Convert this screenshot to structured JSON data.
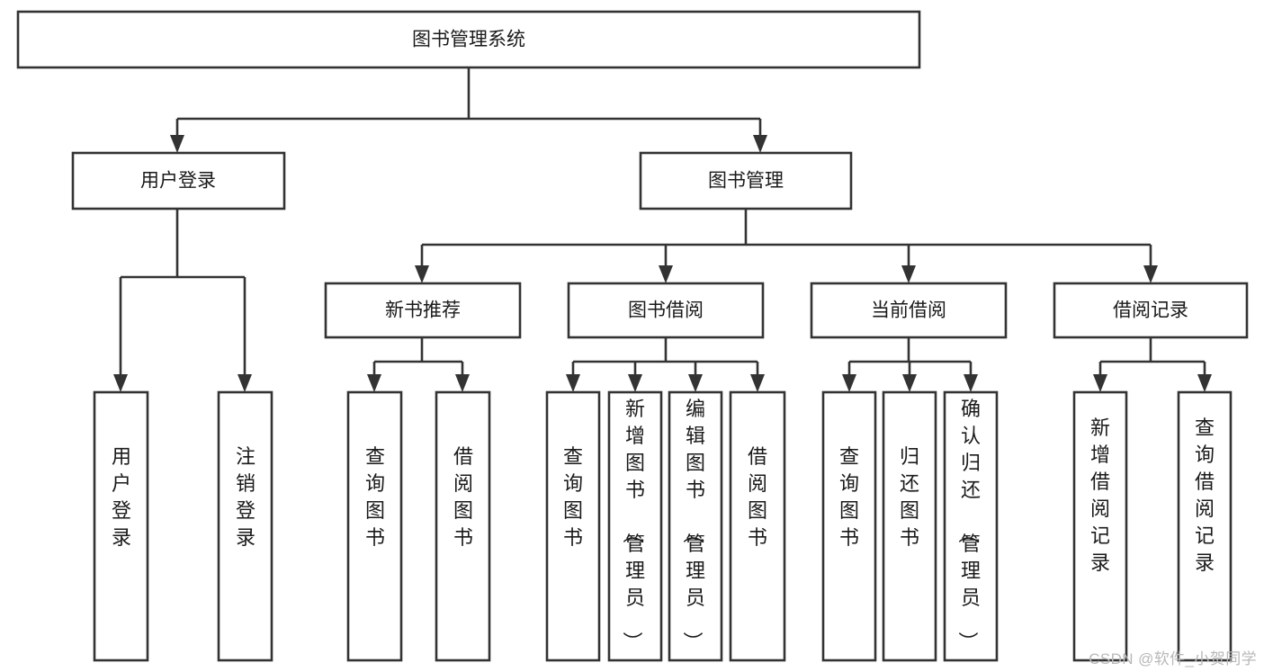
{
  "diagram": {
    "type": "tree-hierarchy-chart",
    "title": "图书管理系统",
    "watermark": "CSDN @软件_小贺同学",
    "colors": {
      "background": "#ffffff",
      "stroke": "#333333",
      "text": "#1a1a1a",
      "watermark": "#b8b8b8"
    },
    "levels": [
      {
        "level": 1,
        "nodes": [
          {
            "id": "root",
            "label": "图书管理系统",
            "orientation": "horizontal"
          }
        ]
      },
      {
        "level": 2,
        "nodes": [
          {
            "id": "user-login",
            "label": "用户登录",
            "orientation": "horizontal",
            "parent": "root"
          },
          {
            "id": "book-manage",
            "label": "图书管理",
            "orientation": "horizontal",
            "parent": "root"
          }
        ]
      },
      {
        "level": 3,
        "nodes": [
          {
            "id": "new-book-recommend",
            "label": "新书推荐",
            "orientation": "horizontal",
            "parent": "book-manage"
          },
          {
            "id": "book-borrow",
            "label": "图书借阅",
            "orientation": "horizontal",
            "parent": "book-manage"
          },
          {
            "id": "current-borrow",
            "label": "当前借阅",
            "orientation": "horizontal",
            "parent": "book-manage"
          },
          {
            "id": "borrow-record",
            "label": "借阅记录",
            "orientation": "horizontal",
            "parent": "book-manage"
          }
        ]
      },
      {
        "level": 4,
        "nodes": [
          {
            "id": "leaf-user-login",
            "label": "用户登录",
            "orientation": "vertical",
            "parent": "user-login"
          },
          {
            "id": "leaf-logout",
            "label": "注销登录",
            "orientation": "vertical",
            "parent": "user-login"
          },
          {
            "id": "leaf-query-book-1",
            "label": "查询图书",
            "orientation": "vertical",
            "parent": "new-book-recommend"
          },
          {
            "id": "leaf-borrow-book-1",
            "label": "借阅图书",
            "orientation": "vertical",
            "parent": "new-book-recommend"
          },
          {
            "id": "leaf-query-book-2",
            "label": "查询图书",
            "orientation": "vertical",
            "parent": "book-borrow"
          },
          {
            "id": "leaf-add-book",
            "label": "新增图书（管理员）",
            "orientation": "vertical",
            "parent": "book-borrow"
          },
          {
            "id": "leaf-edit-book",
            "label": "编辑图书（管理员）",
            "orientation": "vertical",
            "parent": "book-borrow"
          },
          {
            "id": "leaf-borrow-book-2",
            "label": "借阅图书",
            "orientation": "vertical",
            "parent": "book-borrow"
          },
          {
            "id": "leaf-query-book-3",
            "label": "查询图书",
            "orientation": "vertical",
            "parent": "current-borrow"
          },
          {
            "id": "leaf-return-book",
            "label": "归还图书",
            "orientation": "vertical",
            "parent": "current-borrow"
          },
          {
            "id": "leaf-confirm-return",
            "label": "确认归还（管理员）",
            "orientation": "vertical",
            "parent": "current-borrow"
          },
          {
            "id": "leaf-add-record",
            "label": "新增借阅记录",
            "orientation": "vertical",
            "parent": "borrow-record"
          },
          {
            "id": "leaf-query-record",
            "label": "查询借阅记录",
            "orientation": "vertical",
            "parent": "borrow-record"
          }
        ]
      }
    ]
  }
}
